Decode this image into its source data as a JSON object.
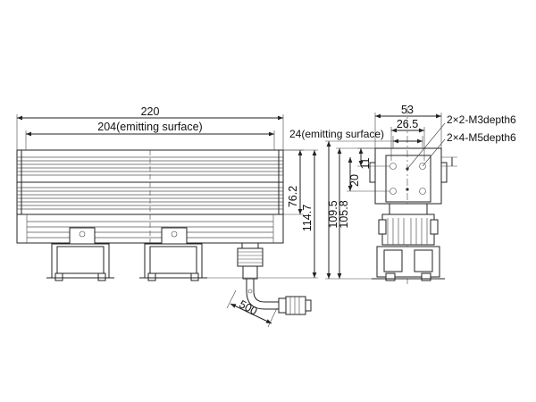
{
  "dimensions": {
    "overall_length": "220",
    "emitting_length": "204(emitting surface)",
    "height_bar": "76.2",
    "height_total": "114.7",
    "cable_length": "500",
    "side_width": "53",
    "side_inner": "26.5",
    "side_emitting": "24(emitting surface)",
    "side_h1": "20",
    "side_h2": "11",
    "side_h3": "105.8",
    "side_h4": "109.5"
  },
  "notes": {
    "m3": "2×2-M3depth6",
    "m5": "2×4-M5depth6"
  }
}
